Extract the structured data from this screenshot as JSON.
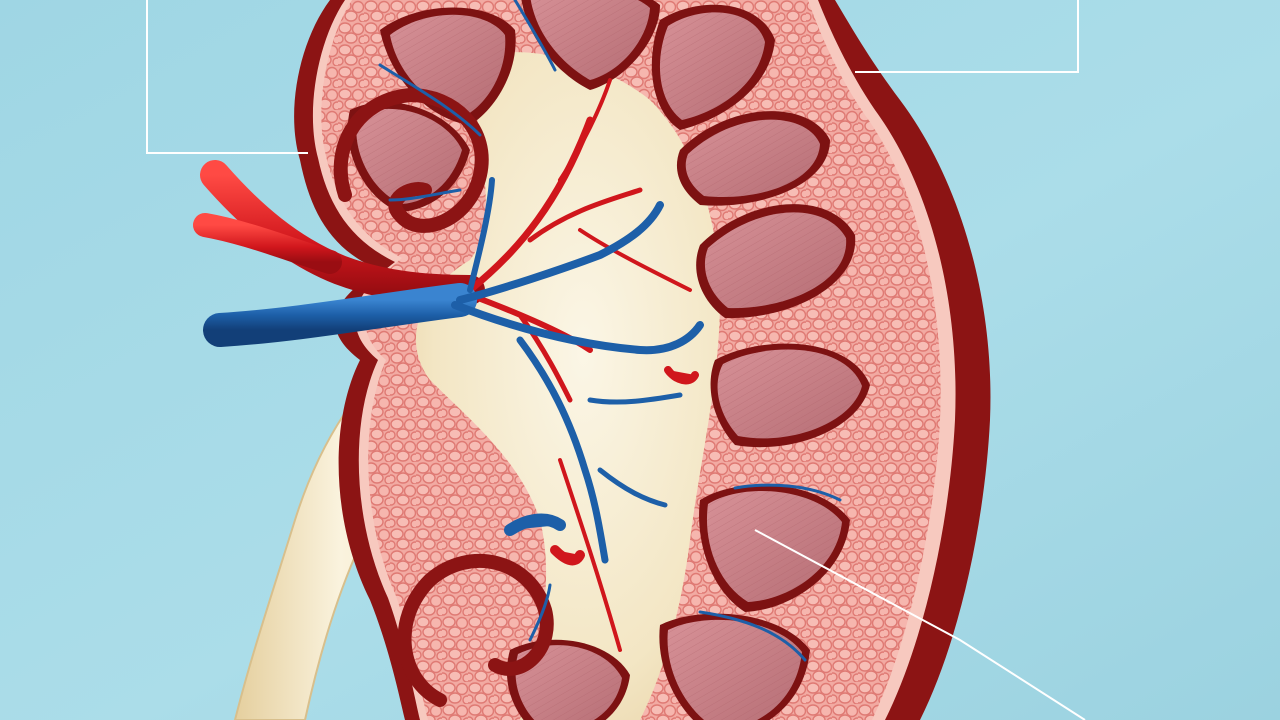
{
  "diagram": {
    "subject": "kidney-cross-section",
    "labels": [],
    "colors": {
      "background": "#a9dce8",
      "capsule": "#8c1414",
      "cortex": "#f0a6a0",
      "cortex_cells": "#e27d78",
      "pyramid": "#c98287",
      "pelvis": "#f5ecd0",
      "artery": "#d0161c",
      "vein": "#1d5fa8",
      "leader_line": "#ffffff"
    },
    "leader_lines": [
      {
        "name": "leader-line-top-left",
        "target": "outer-cortex"
      },
      {
        "name": "leader-line-top-right",
        "target": "renal-capsule"
      },
      {
        "name": "leader-line-bottom-right",
        "target": "renal-pyramid"
      }
    ]
  }
}
